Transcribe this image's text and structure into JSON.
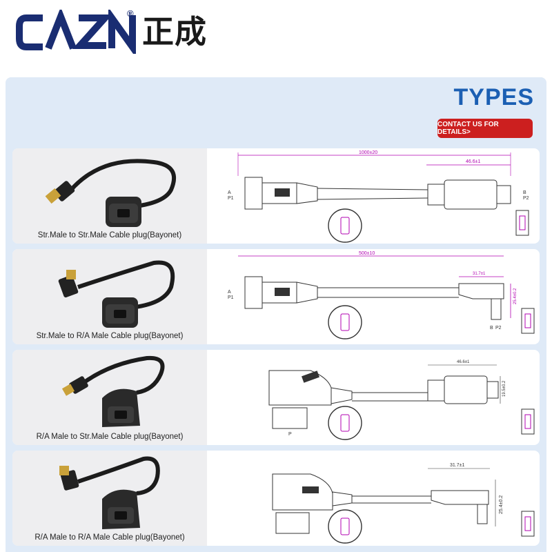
{
  "brand": {
    "name_latin": "CAZN",
    "name_cn": "正成",
    "registered": "®",
    "colors": {
      "navy": "#1a2d72",
      "accent": "#1b5fb3",
      "cta": "#cc1f1f"
    }
  },
  "section": {
    "title": "TYPES",
    "contact_label": "CONTACT US FOR DETAILS>"
  },
  "products": [
    {
      "caption": "Str.Male to Str.Male Cable plug(Bayonet)",
      "dims": {
        "length": "1000±20",
        "head": "46.6±1"
      },
      "labels": {
        "a": "A",
        "p1": "P1",
        "b": "B",
        "p2": "P2"
      }
    },
    {
      "caption": "Str.Male to R/A Male Cable plug(Bayonet)",
      "dims": {
        "length": "500±10",
        "head": "31.7±1",
        "height": "25.4±0.2"
      },
      "labels": {
        "a": "A",
        "p1": "P1",
        "b": "B",
        "p2": "P2"
      }
    },
    {
      "caption": "R/A Male to Str.Male Cable plug(Bayonet)",
      "dims": {
        "head": "46.6±1",
        "height": "19.5±0.2"
      },
      "labels": {
        "p": "P"
      }
    },
    {
      "caption": "R/A Male to R/A Male Cable plug(Bayonet)",
      "dims": {
        "head": "31.7±1",
        "height": "25.4±0.2"
      },
      "labels": {}
    }
  ],
  "icons": [
    "cable-plug-photo-icon",
    "hdmi-port-icon",
    "hdmi-plug-icon"
  ]
}
